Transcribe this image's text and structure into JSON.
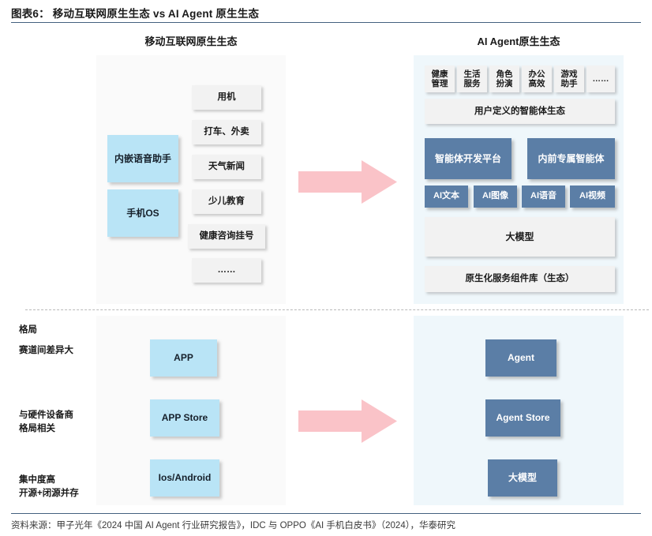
{
  "header": {
    "title": "图表6： 移动互联网原生生态 vs AI Agent 原生生态"
  },
  "columns": {
    "mobile_heading": "移动互联网原生生态",
    "agent_heading": "AI  Agent原生生态"
  },
  "mobile_ecosystem": {
    "platform_boxes": [
      {
        "label": "内嵌语音助手"
      },
      {
        "label": "手机OS"
      }
    ],
    "app_boxes": [
      {
        "label": "用机"
      },
      {
        "label": "打车、外卖"
      },
      {
        "label": "天气新闻"
      },
      {
        "label": "少儿教育"
      },
      {
        "label": "健康咨询挂号"
      },
      {
        "label": "……"
      }
    ]
  },
  "agent_ecosystem": {
    "tags": [
      {
        "line1": "健康",
        "line2": "管理"
      },
      {
        "line1": "生活",
        "line2": "服务"
      },
      {
        "line1": "角色",
        "line2": "扮演"
      },
      {
        "line1": "办公",
        "line2": "高效"
      },
      {
        "line1": "游戏",
        "line2": "助手"
      },
      {
        "line1": "……",
        "line2": ""
      }
    ],
    "user_ecosystem": "用户定义的智能体生态",
    "dev_platform": "智能体开发平台",
    "builtin_agent": "内前专属智能体",
    "ai_modalities": [
      {
        "label": "AI文本"
      },
      {
        "label": "AI图像"
      },
      {
        "label": "AI语音"
      },
      {
        "label": "AI视频"
      }
    ],
    "large_model": "大模型",
    "native_library": "原生化服务组件库（生态）"
  },
  "comparison": {
    "section_label": "格局",
    "row_labels": [
      "赛道间差异大",
      "与硬件设备商\n格局相关",
      "集中度高\n开源+闭源并存"
    ],
    "mobile_items": [
      {
        "label": "APP"
      },
      {
        "label": "APP Store"
      },
      {
        "label": "Ios/Android"
      }
    ],
    "agent_items": [
      {
        "label": "Agent"
      },
      {
        "label": "Agent Store"
      },
      {
        "label": "大模型"
      }
    ]
  },
  "footer": {
    "source": "资料来源：甲子光年《2024 中国 AI Agent 行业研究报告》，IDC 与 OPPO《AI 手机白皮书》（2024），华泰研究"
  },
  "colors": {
    "accent_rule": "#44617f",
    "light_blue_box": "#b9e4f6",
    "steel_blue_box": "#5b7ea6",
    "gray_box": "#f2f2f2",
    "panel_gray": "#fafafa",
    "panel_blue": "#eff7fb",
    "arrow_pink": "#fac3c8"
  }
}
